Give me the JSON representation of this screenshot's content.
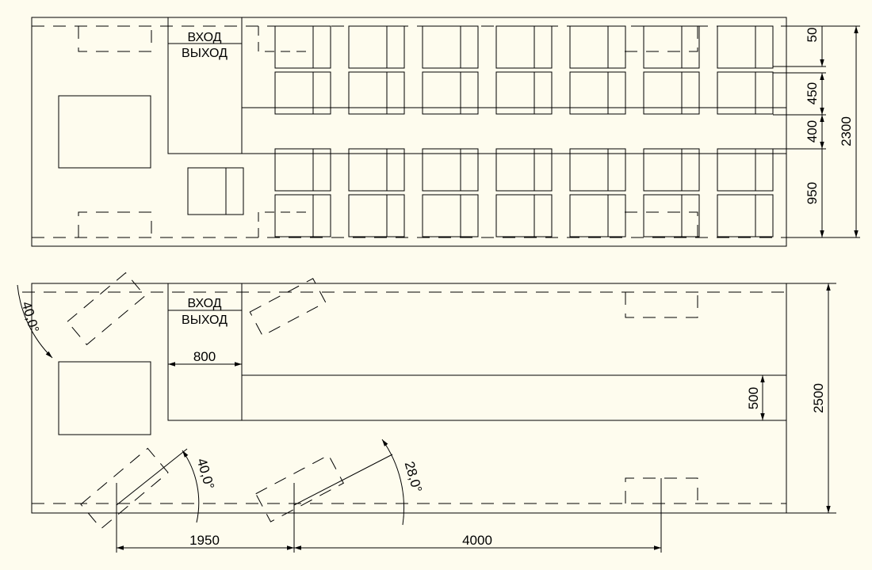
{
  "plan1": {
    "entry_label": "ВХОД",
    "exit_label": "ВЫХОД",
    "dims": {
      "d50": "50",
      "d450": "450",
      "d400": "400",
      "d950": "950",
      "d2300": "2300"
    }
  },
  "plan2": {
    "entry_label": "ВХОД",
    "exit_label": "ВЫХОД",
    "dims": {
      "d800": "800",
      "d500": "500",
      "d2500": "2500",
      "d1950": "1950",
      "d4000": "4000"
    },
    "angles": {
      "a1": "40,0°",
      "a2": "40,0°",
      "a3": "28,0°"
    }
  },
  "colors": {
    "background": "#FEFCEE",
    "lines": "#000000"
  }
}
